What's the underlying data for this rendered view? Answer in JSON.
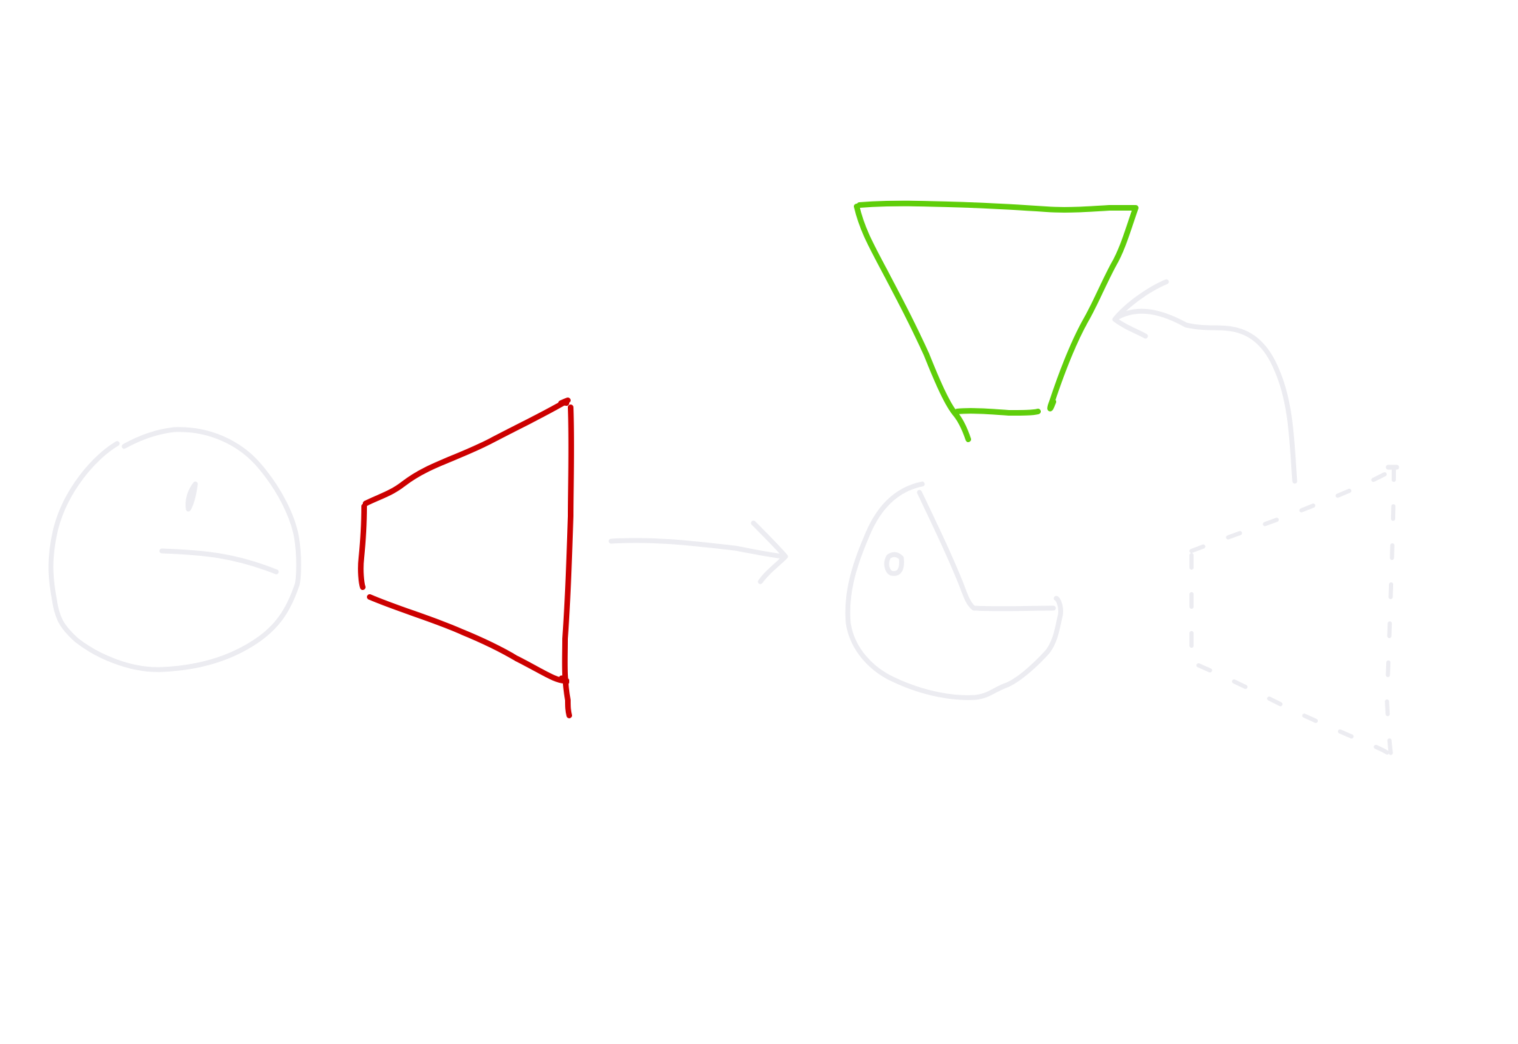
{
  "colors": {
    "background": "#ffffff",
    "faint_stroke": "#ececf1",
    "frustum_red": "#cc0000",
    "frustum_green": "#5fce0a"
  },
  "diagram": {
    "elements": [
      {
        "name": "left-camera-head",
        "kind": "head",
        "color_key": "faint_stroke"
      },
      {
        "name": "red-view-frustum",
        "kind": "frustum",
        "color_key": "frustum_red"
      },
      {
        "name": "transition-arrow",
        "kind": "arrow",
        "color_key": "faint_stroke"
      },
      {
        "name": "right-camera-head",
        "kind": "head",
        "color_key": "faint_stroke"
      },
      {
        "name": "green-view-frustum",
        "kind": "frustum",
        "color_key": "frustum_green"
      },
      {
        "name": "dashed-previous-frustum",
        "kind": "frustum-ghost",
        "color_key": "faint_stroke"
      },
      {
        "name": "rotation-arrow",
        "kind": "curved-arrow",
        "color_key": "faint_stroke"
      }
    ]
  }
}
